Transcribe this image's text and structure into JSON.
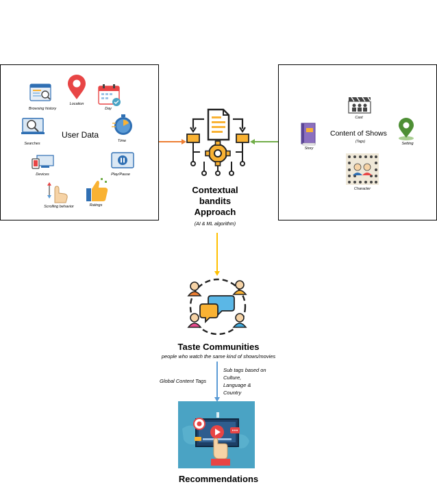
{
  "user_data": {
    "title": "User Data",
    "items": {
      "browsing_history": "Browsing history",
      "location": "Location",
      "day": "Day",
      "searches": "Searches",
      "time": "Time",
      "devices": "Devices",
      "play_pause": "Play/Pause",
      "scrolling_behavior": "Scrolling behavior",
      "ratings": "Ratings"
    }
  },
  "content": {
    "title": "Content of Shows",
    "subtitle": "(Tags)",
    "items": {
      "cast": "Cast",
      "story": "Story",
      "setting": "Setting",
      "character": "Character"
    }
  },
  "algorithm": {
    "line1": "Contextual",
    "line2": "bandits",
    "line3": "Approach",
    "note": "(AI & ML algorithm)"
  },
  "communities": {
    "title": "Taste Communities",
    "subtitle": "people who watch the same kind of shows/movies"
  },
  "edge_labels": {
    "global": "Global Content Tags",
    "sub_line1": "Sub tags based on",
    "sub_line2": "Culture,",
    "sub_line3": "Language &",
    "sub_line4": "Country"
  },
  "recommendations": {
    "title": "Recommendations"
  },
  "colors": {
    "arrow_left": "#ed7d31",
    "arrow_right": "#70ad47",
    "arrow_down1": "#ffc000",
    "arrow_down2": "#5b9bd5",
    "icon_yellow": "#f9b233",
    "icon_red": "#e84545",
    "icon_blue": "#2f6fb3",
    "panel_teal": "#4aa3c4"
  }
}
